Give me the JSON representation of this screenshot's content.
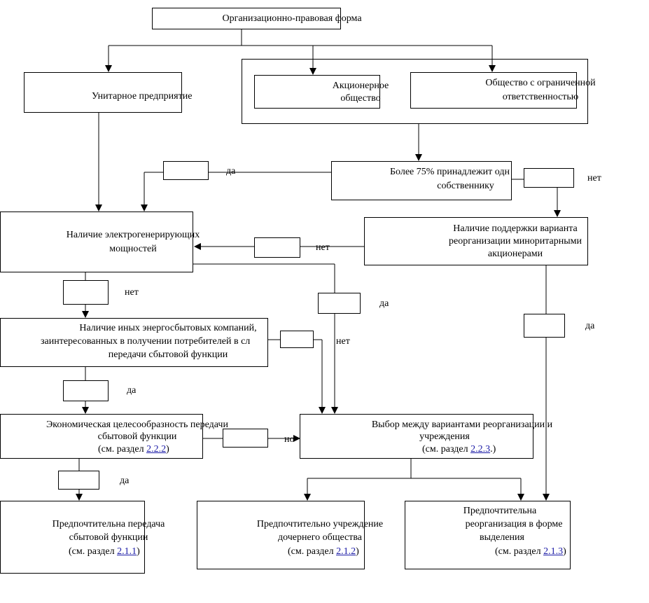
{
  "nodes": {
    "org_form": "Организационно-правовая форма",
    "unitary": "Унитарное предприятие",
    "joint_stock": [
      "Акционерное",
      "общество"
    ],
    "llc": [
      "Общество с ограниченной",
      "ответственностью"
    ],
    "over75": [
      "Более 75% принадлежит одн",
      "собственнику"
    ],
    "generating": [
      "Наличие электрогенерирующих",
      "мощностей"
    ],
    "minority_support": [
      "Наличие поддержки варианта",
      "реорганизации миноритарными",
      "акционерами"
    ],
    "other_companies": [
      "Наличие иных энергосбытовых компаний,",
      "заинтересованных в получении потребителей в сл",
      "передачи сбытовой функции"
    ],
    "economic": [
      "Экономическая целесообразность передачи",
      "сбытовой функции",
      "(см. раздел ",
      "2.2.2",
      ")"
    ],
    "choice": [
      "Выбор между вариантами реорганизации и",
      "учреждения",
      "(см. раздел ",
      "2.2.3",
      ".)"
    ],
    "pref_transfer": [
      "Предпочтительна передача",
      "сбытовой функции",
      "(см. раздел ",
      "2.1.1",
      ")"
    ],
    "pref_subsidiary": [
      "Предпочтительно учреждение",
      "дочернего общества",
      "(см. раздел ",
      "2.1.2",
      ")"
    ],
    "pref_spinoff": [
      "Предпочтительна",
      "реорганизация в форме",
      "выделения",
      "(см. раздел ",
      "2.1.3",
      ")"
    ]
  },
  "edge_labels": {
    "yes": "да",
    "no": "нет",
    "no_cut": "но"
  }
}
